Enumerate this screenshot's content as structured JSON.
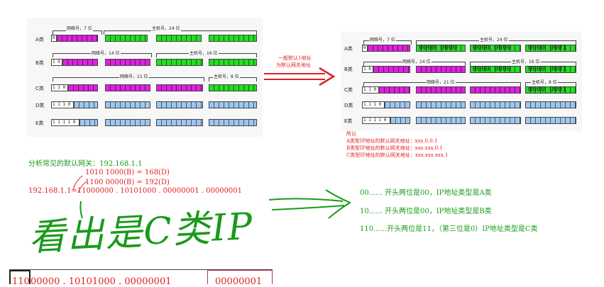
{
  "left_panel": {
    "rows": [
      "A类",
      "B类",
      "C类",
      "D类",
      "E类"
    ],
    "prefix_bits": [
      "0",
      "1 0",
      "1 1 0",
      "1 1 1 0",
      "1 1 1 1 0"
    ],
    "a_net": "网络号，7 位",
    "a_host": "主机号，24 位",
    "b_net": "网络号，14 位",
    "b_host": "主机号，16 位",
    "c_net": "网络号，21 位",
    "c_host": "主机号，8 位"
  },
  "arrow_note": {
    "line1": "一般默认1地址",
    "line2": "为默认网关地址"
  },
  "right_panel": {
    "rows": [
      "A类",
      "B类",
      "C类",
      "D类",
      "E类"
    ],
    "a_net": "网络号，7 位",
    "a_host": "主机号，24 位",
    "b_net": "网络号，14 位",
    "b_host": "主机号，16 位",
    "c_net": "网络号，21 位",
    "c_host": "主机号，8 位",
    "a_host_zeros": [
      "0000 0000",
      "0000 0000",
      "0000 0001"
    ],
    "b_host_zeros": [
      "0000 0000",
      "0000 0001"
    ],
    "c_host_zeros": "0000 0001",
    "note_title": "所以",
    "note_a": "A类型IP地址的默认网关地址：xxx.0.0.1",
    "note_b": "B类型IP地址的默认网关地址：xxx.xxx.0.1",
    "note_c": "C类型IP地址的默认网关地址：xxx.xxx.xxx.1"
  },
  "analysis": {
    "title": "分析常见的默认网关：192.168.1.1",
    "calc1": "1010 1000(B) = 168(D)",
    "calc2": "1100 0000(B) = 192(D)",
    "binary": "192.168.1.1=11000000 . 10101000 . 00000001 . 00000001"
  },
  "rules": {
    "r1": "00......  开头两位是00，IP地址类型是A类",
    "r2": "10......  开头两位是00，IP地址类型是B类",
    "r3": "110......开头两位是11，（第三位是0）IP地址类型是C类"
  },
  "handwriting": "看出是C类IP",
  "bottom_binary": {
    "prefix": "110",
    "rest": "00000 . 10101000 . 00000001",
    "last": "00000001"
  },
  "colors": {
    "magenta": "#e020e0",
    "green": "#20e020",
    "blue": "#9ec6ee",
    "red": "#e02020",
    "hand_green": "#1a9a1a"
  }
}
